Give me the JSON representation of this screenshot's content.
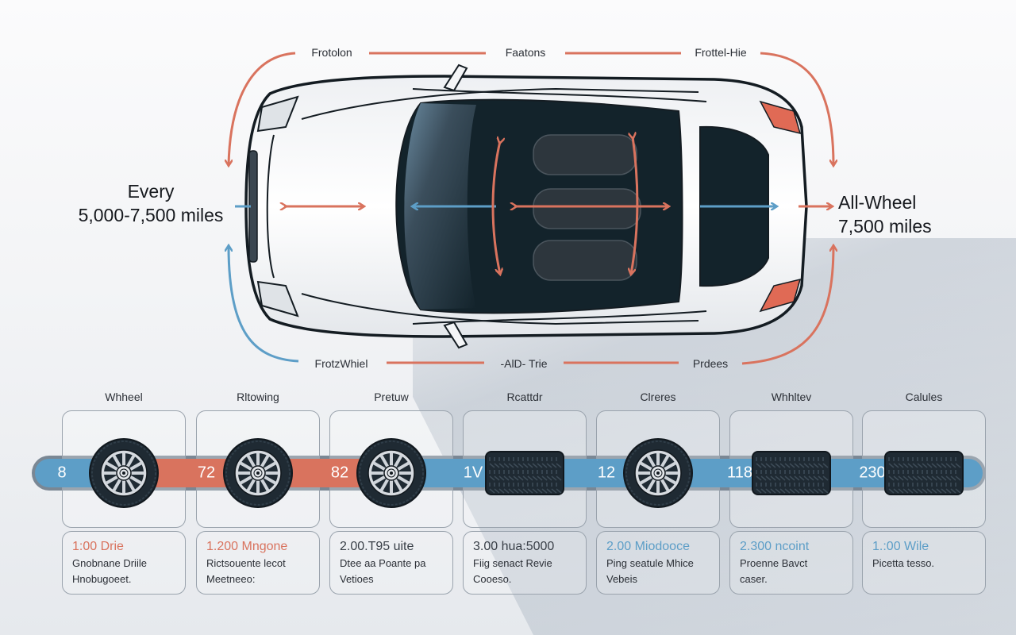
{
  "colors": {
    "accent_red": "#d9735e",
    "accent_blue": "#5d9ec7",
    "track_gray": "#7a8794",
    "tire_dark": "#1f2a33",
    "text_dark": "#1c1f24"
  },
  "top_route": {
    "labels": [
      "Frotolon",
      "Faatons",
      "Frottel-Hie"
    ]
  },
  "bottom_route": {
    "labels": [
      "FrotzWhiel",
      "-AlD- Trie",
      "Prdees"
    ]
  },
  "side_labels": {
    "left": {
      "line1": "Every",
      "line2": "5,000-7,500 miles"
    },
    "right": {
      "line1": "All-Wheel",
      "line2": "7,500 miles"
    }
  },
  "car": {
    "icon": "car-top-view-icon",
    "arrows": [
      {
        "name": "hood-double-arrow",
        "color": "red",
        "direction": "horizontal-both"
      },
      {
        "name": "windshield-left-arrow",
        "color": "blue",
        "direction": "left"
      },
      {
        "name": "cabin-double-arrow",
        "color": "red",
        "direction": "horizontal-both"
      },
      {
        "name": "front-seat-vertical-arrow",
        "color": "red",
        "direction": "vertical-both"
      },
      {
        "name": "rear-seat-vertical-arrow",
        "color": "red",
        "direction": "vertical-both"
      },
      {
        "name": "trunk-right-arrow",
        "color": "blue",
        "direction": "right"
      },
      {
        "name": "rear-exit-arrow",
        "color": "red",
        "direction": "right"
      }
    ]
  },
  "timeline": {
    "columns": [
      {
        "title": "Whheel",
        "number": "8",
        "segment_color": "blue",
        "tire": "wheel",
        "info_head": "1:00 Drie",
        "info_head_color": "red",
        "info_lines": [
          "Gnobnane Driile",
          "Hnobugoeet."
        ]
      },
      {
        "title": "Rltowing",
        "number": "72",
        "segment_color": "red",
        "tire": "wheel",
        "info_head": "1.200 Mngone",
        "info_head_color": "red",
        "info_lines": [
          "Rictsouente lecot",
          "Meetneeo:"
        ]
      },
      {
        "title": "Pretuw",
        "number": "82",
        "segment_color": "red",
        "tire": "wheel",
        "info_head": "2.00.T95 uite",
        "info_head_color": "dark",
        "info_lines": [
          "Dtee aa Poante pa",
          "Vetioes"
        ]
      },
      {
        "title": "Rcattdr",
        "number": "1V",
        "segment_color": "blue",
        "tire": "tread",
        "info_head": "3.00 hua:5000",
        "info_head_color": "dark",
        "info_lines": [
          "Fiig senact Revie",
          "Cooeso."
        ]
      },
      {
        "title": "Clreres",
        "number": "12",
        "segment_color": "blue",
        "tire": "wheel",
        "info_head": "2.00 Miodooce",
        "info_head_color": "blue",
        "info_lines": [
          "Ping seatule Mhice",
          "Vebeis"
        ]
      },
      {
        "title": "Whhltev",
        "number": "118",
        "segment_color": "blue",
        "tire": "tread",
        "info_head": "2.300 ncoint",
        "info_head_color": "blue",
        "info_lines": [
          "Proenne Bavct",
          "caser."
        ]
      },
      {
        "title": "Calules",
        "number": "230",
        "segment_color": "blue",
        "tire": "tread",
        "info_head": "1.:00 Wile",
        "info_head_color": "blue",
        "info_lines": [
          "Picetta tesso."
        ]
      }
    ]
  }
}
